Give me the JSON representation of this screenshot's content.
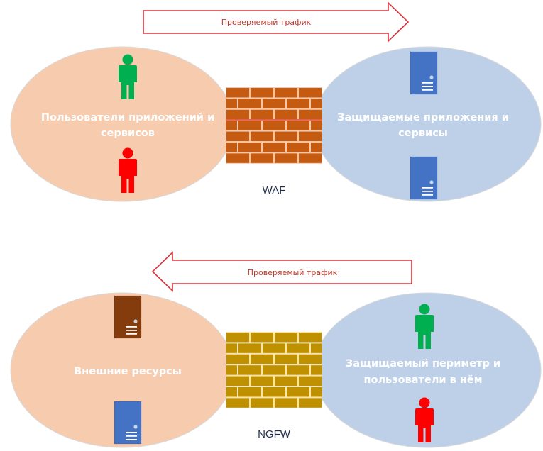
{
  "colors": {
    "ellipse_orange": "#F6CBAE",
    "ellipse_blue": "#BDD0E8",
    "arrow_stroke": "#D9343A",
    "arrow_text": "#C0392B",
    "user_green": "#00B050",
    "user_red": "#FF0000",
    "server_blue": "#4472C4",
    "server_brown": "#843C0C",
    "brick_waf": "#C55A11",
    "brick_ngfw": "#BF9000",
    "ellipse_text": "#FFFFFF",
    "firewall_label": "#1F2D4D"
  },
  "waf_section": {
    "arrow": {
      "label": "Проверяемый трафик",
      "direction": "right"
    },
    "left_ellipse": {
      "text_lines": [
        "Пользователи приложений и",
        "сервисов"
      ],
      "icons": [
        "user-green-icon",
        "user-red-icon"
      ]
    },
    "right_ellipse": {
      "text_lines": [
        "Защищаемые приложения и",
        "сервисы"
      ],
      "icons": [
        "server-blue-icon",
        "server-blue-icon"
      ]
    },
    "firewall": {
      "label": "WAF",
      "icon": "brick-wall-icon"
    }
  },
  "ngfw_section": {
    "arrow": {
      "label": "Проверяемый трафик",
      "direction": "left"
    },
    "left_ellipse": {
      "text_lines": [
        "Внешние ресурсы"
      ],
      "icons": [
        "server-brown-icon",
        "server-blue-icon"
      ]
    },
    "right_ellipse": {
      "text_lines": [
        "Защищаемый периметр и",
        "пользователи в нём"
      ],
      "icons": [
        "user-green-icon",
        "user-red-icon"
      ]
    },
    "firewall": {
      "label": "NGFW",
      "icon": "brick-wall-icon"
    }
  }
}
